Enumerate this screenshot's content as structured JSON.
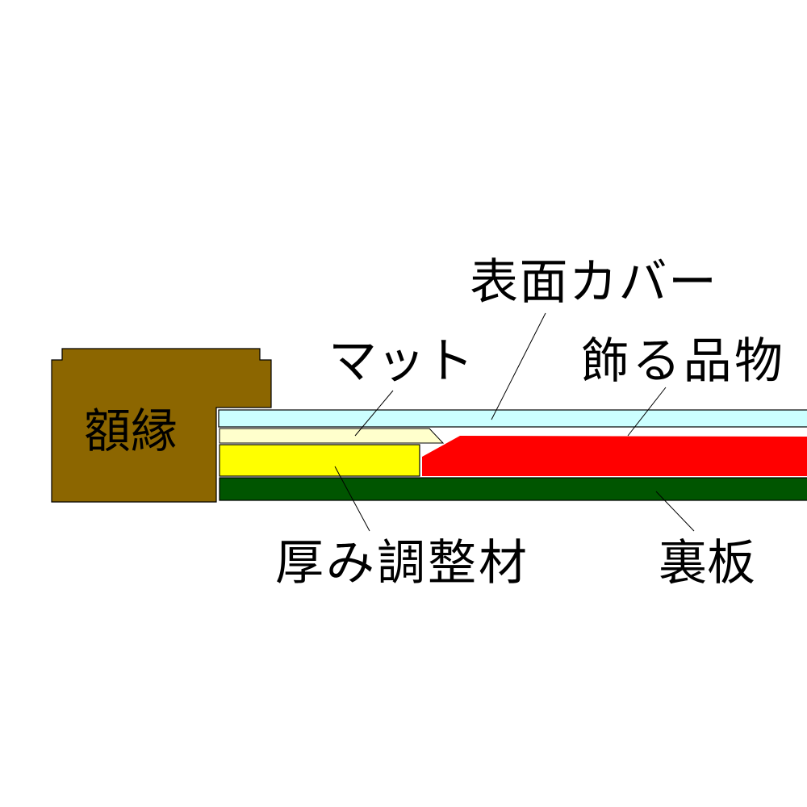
{
  "labels": {
    "frame": "額縁",
    "cover": "表面カバー",
    "mat": "マット",
    "item": "飾る品物",
    "spacer": "厚み調整材",
    "backing": "裏板"
  },
  "colors": {
    "frame": "#8c6600",
    "cover": "#ccffff",
    "mat": "#ffffcc",
    "spacer": "#ffff00",
    "item": "#ff0000",
    "backing": "#005500"
  }
}
